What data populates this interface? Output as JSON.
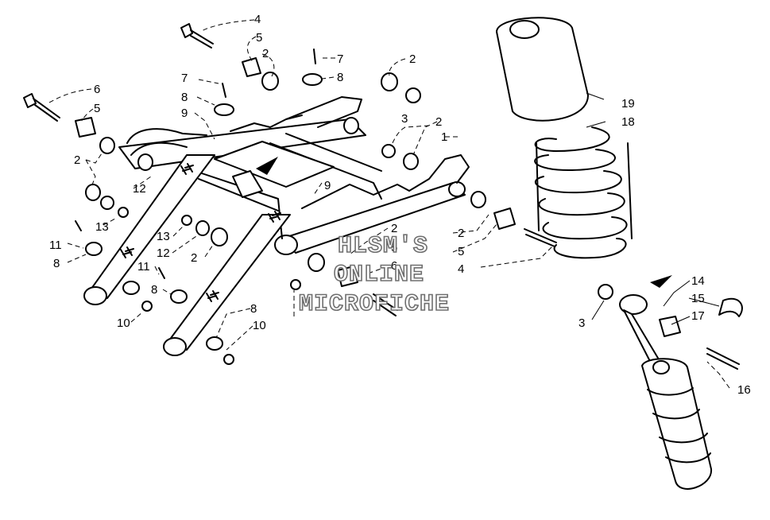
{
  "diagram": {
    "watermark": [
      "HLSM'S",
      "ONLINE",
      "MICROFICHE"
    ],
    "callouts": [
      "1",
      "2",
      "3",
      "4",
      "5",
      "6",
      "7",
      "8",
      "9",
      "10",
      "11",
      "12",
      "13",
      "14",
      "15",
      "16",
      "17",
      "18",
      "19"
    ]
  }
}
